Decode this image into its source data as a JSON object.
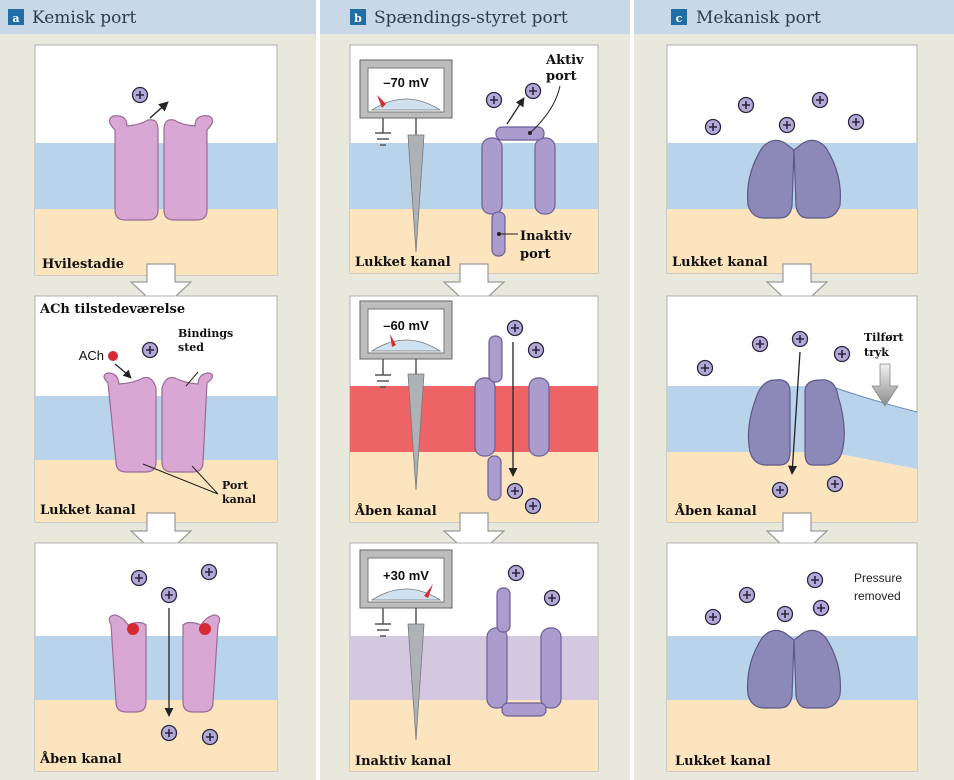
{
  "colors": {
    "background": "#e9e8dd",
    "header": "#c9d8e6",
    "badge": "#1f6fa6",
    "membrane_blue": "#b9d3ea",
    "cytoplasm": "#fbe4be",
    "membrane_red": "#ee6466",
    "membrane_purple": "#d4c8e0",
    "pink_channel": "#d9a7d4",
    "purple_channel": "#aa9ccc",
    "dark_channel": "#8c88b8",
    "ion_fill": "#b3a9d6",
    "ach_dot": "#d42a33"
  },
  "columns": [
    {
      "badge": "a",
      "title": "Kemisk port"
    },
    {
      "badge": "b",
      "title": "Spændings-styret port"
    },
    {
      "badge": "c",
      "title": "Mekanisk port"
    }
  ],
  "panels": {
    "a1": {
      "label": "Hvilestadie"
    },
    "a2": {
      "label": "Lukket kanal",
      "caption": "ACh tilstedeværelse",
      "ach": "ACh",
      "binding_site": [
        "Bindings",
        "sted"
      ],
      "port_channel": [
        "Port",
        "kanal"
      ]
    },
    "a3": {
      "label": "Åben kanal"
    },
    "b1": {
      "label": "Lukket kanal",
      "voltage": "–70 mV",
      "active_port": [
        "Aktiv",
        "port"
      ],
      "inactive_port": [
        "Inaktiv",
        "port"
      ]
    },
    "b2": {
      "label": "Åben kanal",
      "voltage": "–60 mV"
    },
    "b3": {
      "label": "Inaktiv kanal",
      "voltage": "+30 mV"
    },
    "c1": {
      "label": "Lukket kanal"
    },
    "c2": {
      "label": "Åben kanal",
      "pressure": [
        "Tilført",
        "tryk"
      ]
    },
    "c3": {
      "label": "Lukket kanal",
      "pressure_removed": [
        "Pressure",
        "removed"
      ]
    }
  },
  "ion_symbol": "+"
}
